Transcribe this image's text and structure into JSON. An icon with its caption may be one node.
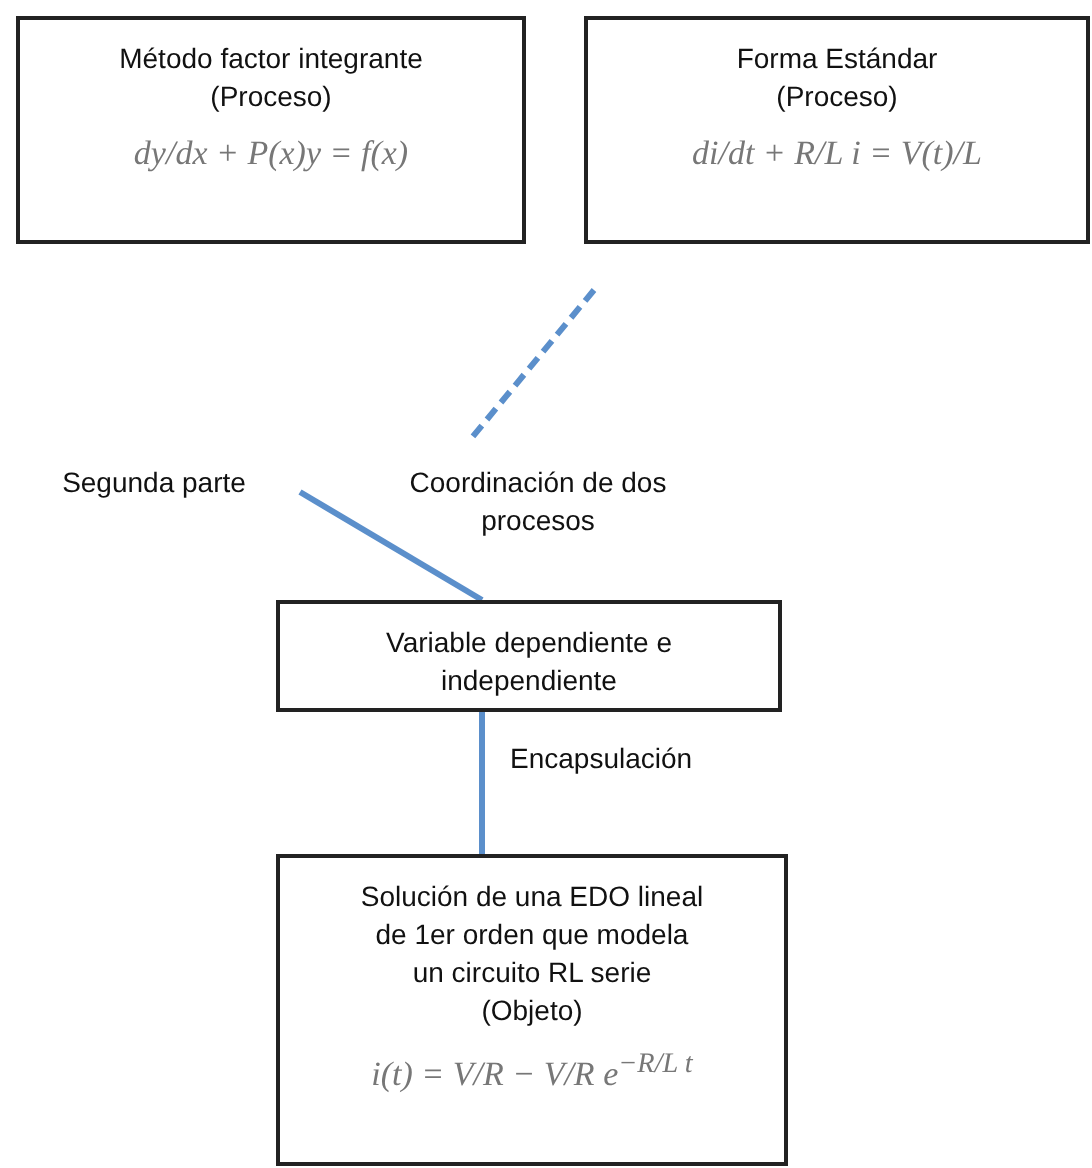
{
  "diagram": {
    "nodes": [
      {
        "text": [
          "Método factor integrante (Proceso)",
          "dy/dx + P(x)y = f(x)"
        ]
      },
      {
        "text": [
          "Forma Estándar (Proceso)",
          "di/dt + R/L i = V(t)/L"
        ]
      },
      {
        "text": [
          "Segunda parte"
        ]
      },
      {
        "text": [
          "Coordinación de dos procesos"
        ]
      },
      {
        "text": [
          "Variable dependiente e independiente"
        ]
      },
      {
        "text": [
          "Solución de una EDO lineal de 1er orden que modela un circuito RL serie (Objeto)",
          "i(t) = V/R − V/R e$^{−R/L t}$"
        ]
      }
    ],
    "edges": [
      {
        "from": null,
        "to": 3,
        "arrow": "none",
        "style": "dashed"
      },
      {
        "from": 2,
        "to": 4,
        "arrow": "none"
      },
      {
        "from": 4,
        "to": 5,
        "arrow": "none",
        "label": "Encapsulación"
      }
    ]
  }
}
